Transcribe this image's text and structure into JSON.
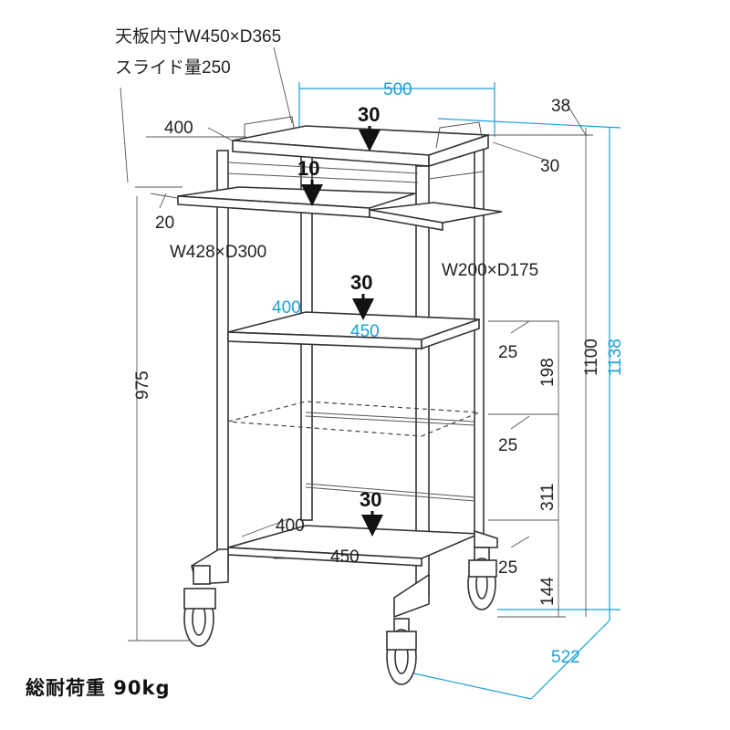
{
  "colors": {
    "dimension_blue": "#1aa0d8",
    "line": "#333333"
  },
  "labels": {
    "top_inner": "天板内寸W450×D365",
    "slide": "スライド量250",
    "w500": "500",
    "d38": "38",
    "d400_top": "400",
    "d30_right": "30",
    "d20": "20",
    "keyboard": "W428×D300",
    "side": "W200×D175",
    "d400_mid": "400",
    "d450_mid": "450",
    "d975": "975",
    "d1100": "1100",
    "d1138": "1138",
    "d25_a": "25",
    "d198": "198",
    "d25_b": "25",
    "d311": "311",
    "d400_bot": "400",
    "d450_bot": "450",
    "d25_c": "25",
    "d144": "144",
    "d522": "522"
  },
  "loads": {
    "top": "30",
    "keyboard": "10",
    "middle": "30",
    "bottom": "30"
  },
  "footer": "総耐荷重 90kg"
}
